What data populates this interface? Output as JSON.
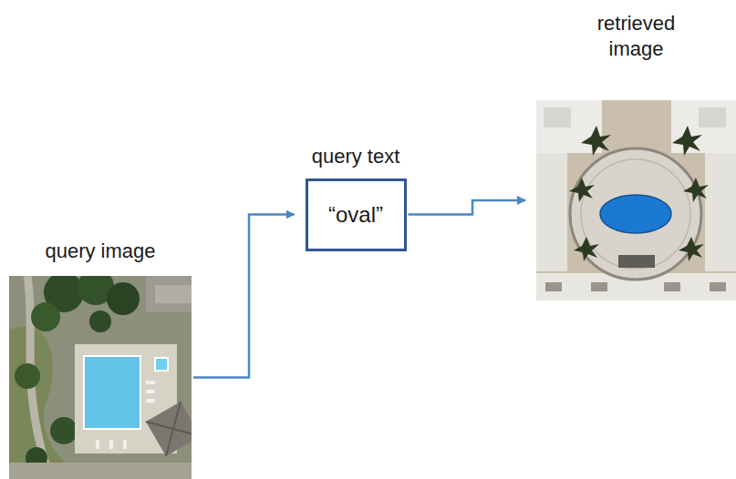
{
  "diagram": {
    "nodes": [
      {
        "text": [
          "query image"
        ]
      },
      {
        "text": [
          "query text",
          "“oval”"
        ]
      },
      {
        "text": [
          "retrieved image"
        ]
      }
    ],
    "edges": [
      {
        "from": 0,
        "to": 1,
        "arrow": "to"
      },
      {
        "from": 1,
        "to": 2,
        "arrow": "to"
      }
    ]
  }
}
